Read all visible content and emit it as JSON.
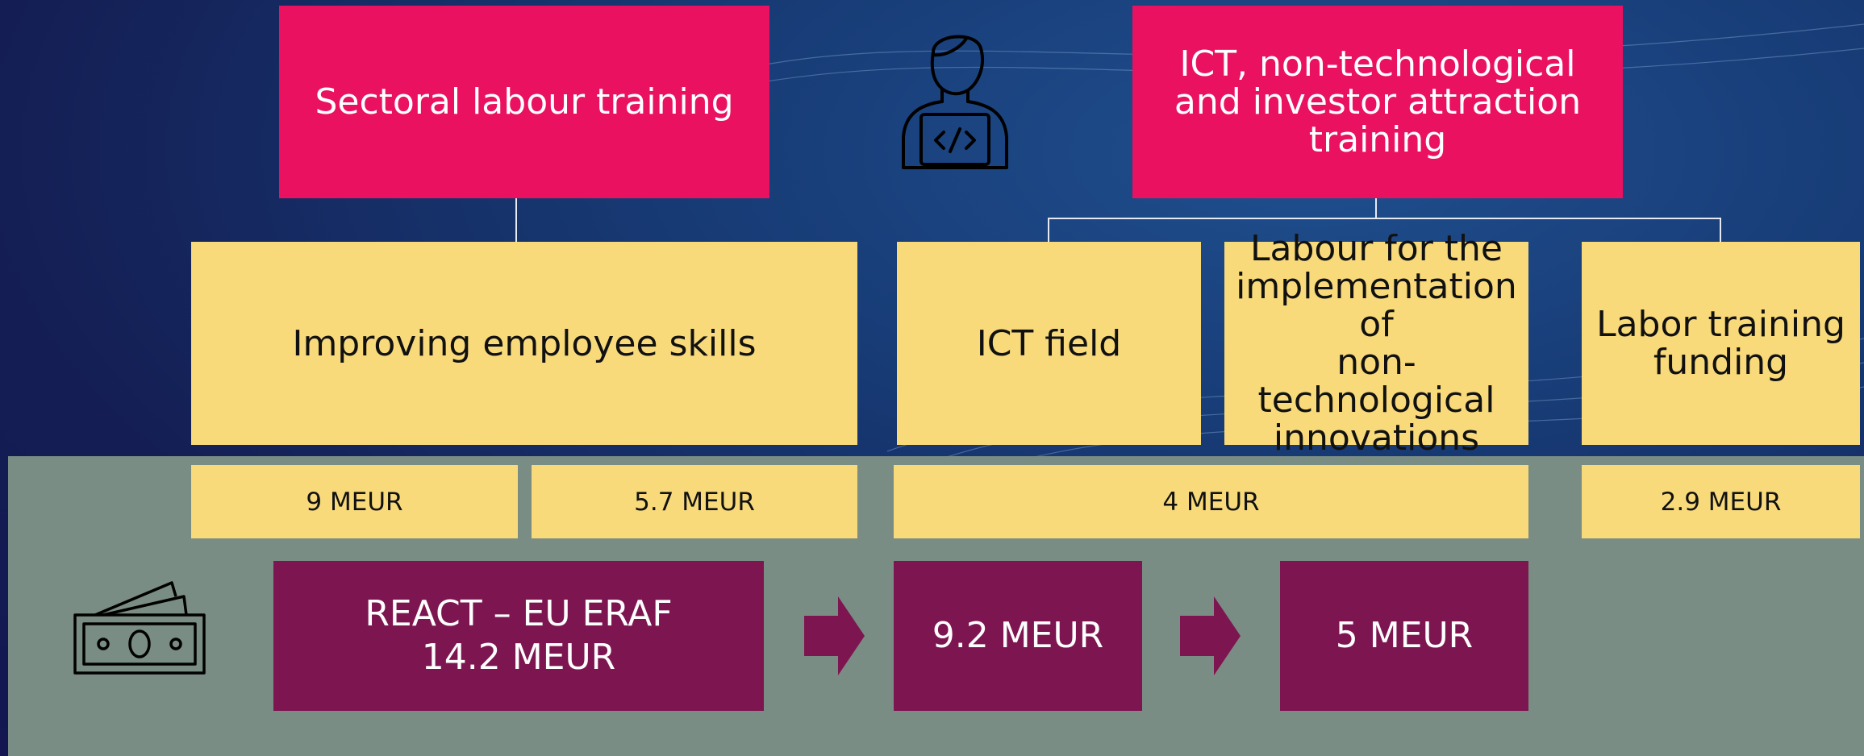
{
  "boxes": {
    "sectoral": "Sectoral labour training",
    "ict_training": "ICT, non-technological\nand investor attraction\ntraining",
    "improving": "Improving employee skills",
    "ict_field": "ICT field",
    "labour_impl": "Labour for the\nimplementation of\nnon-technological\ninnovations",
    "labor_funding": "Labor training\nfunding"
  },
  "amounts": {
    "a1": "9 MEUR",
    "a2": "5.7 MEUR",
    "a3": "4 MEUR",
    "a4": "2.9 MEUR"
  },
  "funding": {
    "react": "REACT – EU ERAF\n14.2 MEUR",
    "m92": "9.2 MEUR",
    "m5": "5 MEUR"
  },
  "colors": {
    "pink": "#ea1161",
    "yellow": "#f8da7b",
    "maroon": "#7d1650",
    "band": "#7a8d84"
  },
  "icons": [
    "developer-laptop-icon",
    "money-bills-icon",
    "arrow-right-icon"
  ]
}
